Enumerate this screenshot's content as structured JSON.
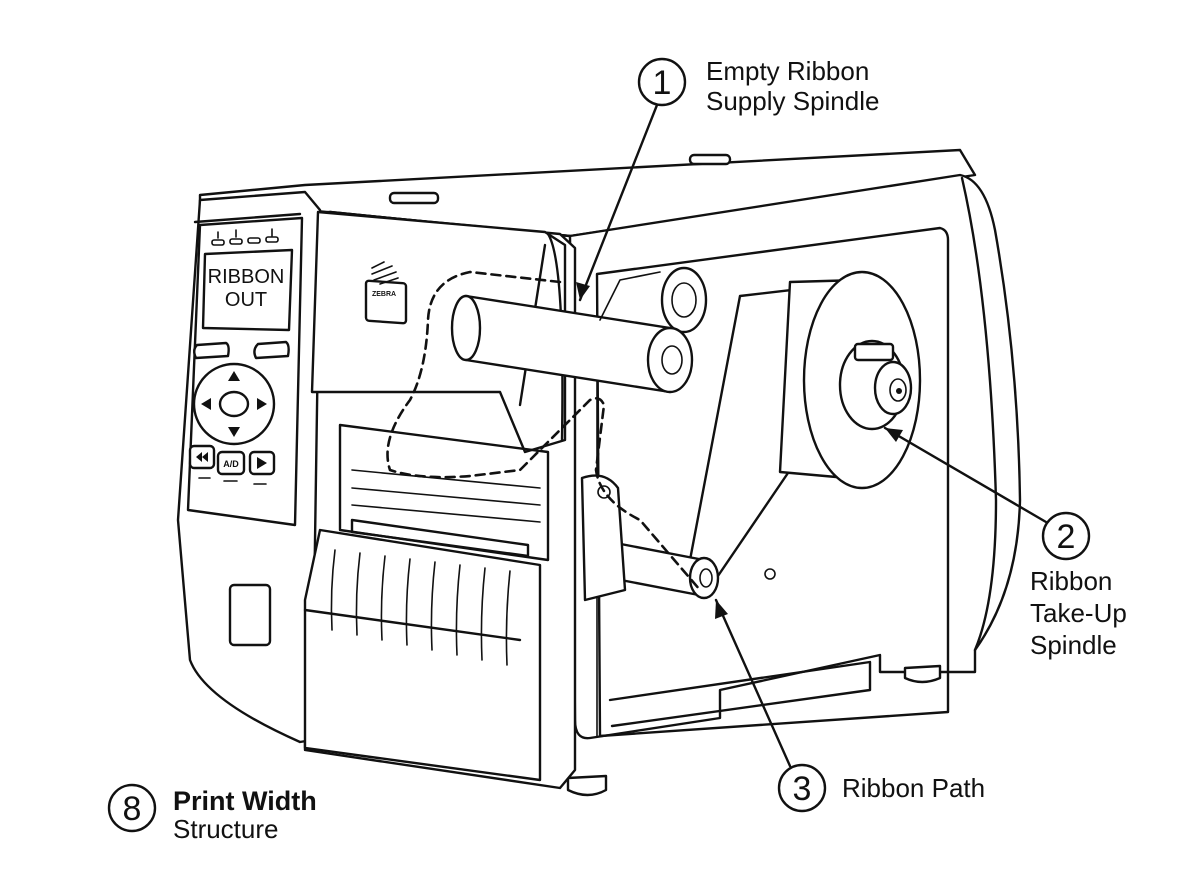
{
  "display": {
    "line1": "RIBBON",
    "line2": "OUT"
  },
  "logo_text": "ZEBRA",
  "keypad": {
    "ad_key": "A/D"
  },
  "callouts": [
    {
      "number": "1",
      "lines": [
        "Empty Ribbon",
        "Supply Spindle"
      ]
    },
    {
      "number": "2",
      "lines": [
        "Ribbon",
        "Take-Up",
        "Spindle"
      ]
    },
    {
      "number": "3",
      "lines": [
        "Ribbon Path"
      ]
    }
  ],
  "legend": {
    "number": "8",
    "title": "Print Width",
    "subtitle": "Structure"
  }
}
